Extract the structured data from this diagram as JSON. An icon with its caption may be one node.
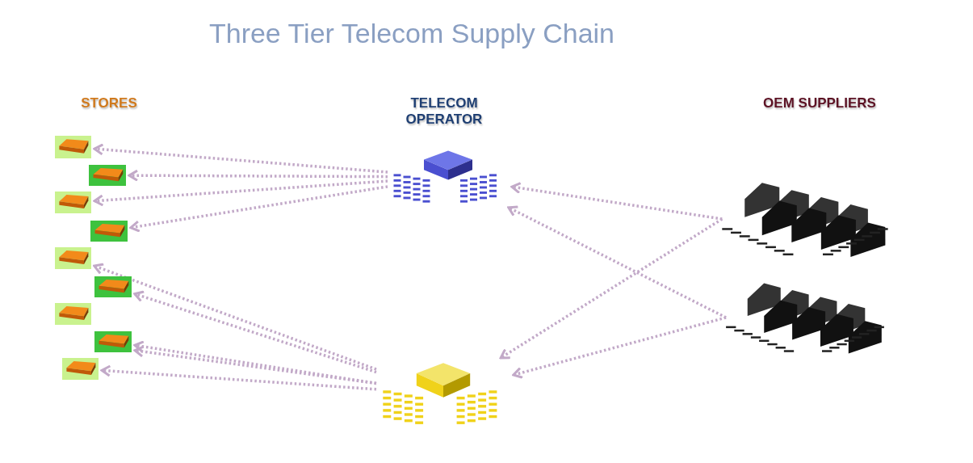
{
  "diagram": {
    "title": "Three Tier Telecom Supply Chain",
    "nodes": [
      {
        "text": [],
        "shape": "picture"
      },
      {
        "text": [],
        "shape": "picture"
      },
      {
        "text": [],
        "shape": "picture"
      },
      {
        "text": [],
        "shape": "picture"
      },
      {
        "text": [],
        "shape": "picture"
      },
      {
        "text": [],
        "shape": "picture"
      },
      {
        "text": [],
        "shape": "picture"
      },
      {
        "text": [],
        "shape": "picture"
      },
      {
        "text": [],
        "shape": "picture"
      },
      {
        "text": [],
        "shape": "picture"
      },
      {
        "text": [],
        "shape": "picture"
      },
      {
        "text": [],
        "shape": "picture"
      },
      {
        "text": [],
        "shape": "picture"
      }
    ],
    "edges": [
      {
        "from": 9,
        "to": 0,
        "arrow": "to"
      },
      {
        "from": 9,
        "to": 1,
        "arrow": "to"
      },
      {
        "from": 9,
        "to": 2,
        "arrow": "to"
      },
      {
        "from": 9,
        "to": 3,
        "arrow": "to"
      },
      {
        "from": 10,
        "to": 4,
        "arrow": "to"
      },
      {
        "from": 10,
        "to": 5,
        "arrow": "to"
      },
      {
        "from": 10,
        "to": 7,
        "arrow": "to"
      },
      {
        "from": 10,
        "to": 7,
        "arrow": "to"
      },
      {
        "from": 10,
        "to": 8,
        "arrow": "to"
      },
      {
        "from": 11,
        "to": 9,
        "arrow": "to"
      },
      {
        "from": 11,
        "to": 10,
        "arrow": "to"
      },
      {
        "from": 12,
        "to": 9,
        "arrow": "to"
      },
      {
        "from": 12,
        "to": 10,
        "arrow": "to"
      }
    ],
    "labels": [
      "STORES",
      "TELECOM OPERATOR",
      "OEM SUPPLIERS"
    ]
  }
}
